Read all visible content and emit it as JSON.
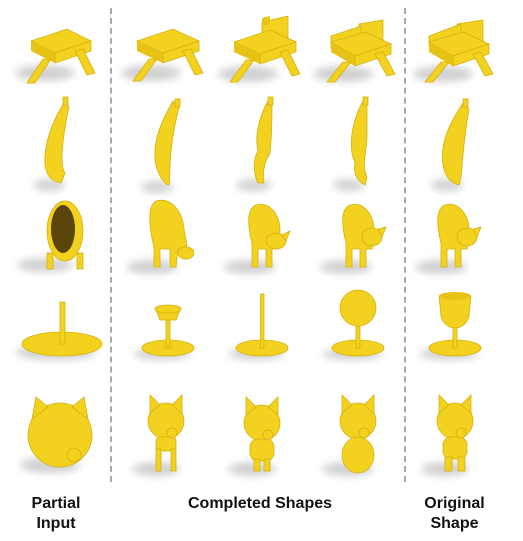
{
  "labels": {
    "partial": [
      "Partial",
      "Input"
    ],
    "completed": "Completed Shapes",
    "original": [
      "Original",
      "Shape"
    ]
  },
  "rows": [
    "chair",
    "banana",
    "cow",
    "goblet",
    "cat-figurine"
  ],
  "columns": [
    "partial-input",
    "completed-1",
    "completed-2",
    "completed-3",
    "original"
  ],
  "colors": {
    "shape": "#f2d21e",
    "shape_edge": "#d4b110",
    "divider": "#a9a9a9",
    "text": "#111111"
  }
}
